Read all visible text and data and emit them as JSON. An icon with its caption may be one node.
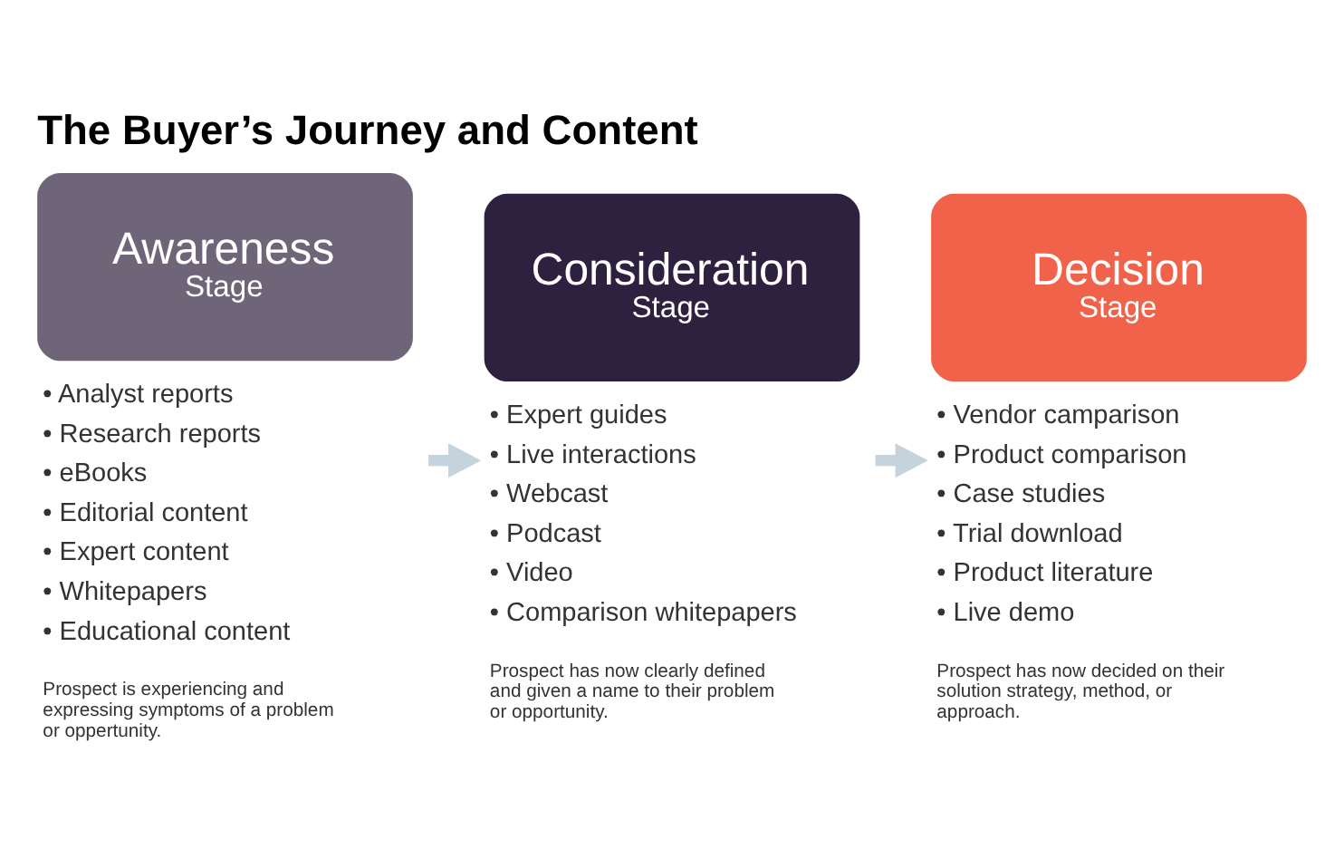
{
  "diagram": {
    "title": "The Buyer’s Journey and Content",
    "nodes": [
      {
        "text": [
          "Awareness",
          "Stage"
        ],
        "beside": [
          "• Analyst reports",
          "• Research reports",
          "• eBooks",
          "• Editorial content",
          "• Expert content",
          "• Whitepapers",
          "• Educational content",
          "Prospect is experiencing and expressing symptoms of a problem or oppertunity."
        ]
      },
      {
        "text": [
          "Consideration",
          "Stage"
        ],
        "beside": [
          "• Expert guides",
          "• Live interactions",
          "• Webcast",
          "• Podcast",
          "• Video",
          "• Comparison whitepapers",
          "Prospect has now clearly defined and given a name to their problem or opportunity."
        ]
      },
      {
        "text": [
          "Decision",
          "Stage"
        ],
        "beside": [
          "• Vendor camparison",
          "• Product comparison",
          "• Case studies",
          "• Trial download",
          "• Product literature",
          "• Live demo",
          "Prospect has now decided on their solution strategy, method, or approach."
        ]
      }
    ],
    "edges": [
      {
        "from": 0,
        "to": 1,
        "arrow": "to"
      },
      {
        "from": 1,
        "to": 2,
        "arrow": "to"
      }
    ]
  }
}
